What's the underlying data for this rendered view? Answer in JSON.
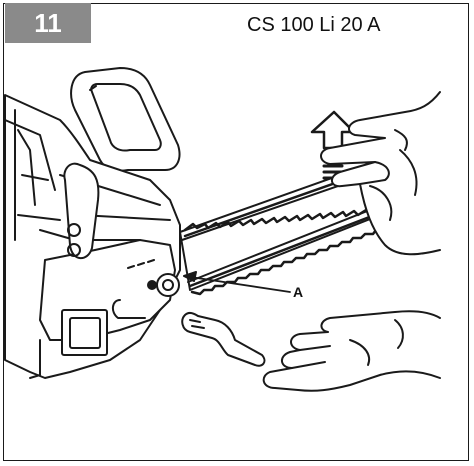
{
  "step": {
    "number": "11"
  },
  "title": {
    "model": "CS 100 Li 20 A"
  },
  "callout": {
    "label": "A"
  },
  "colors": {
    "badge_bg": "#8a8a8a",
    "line": "#1a1a1a",
    "paper": "#ffffff"
  },
  "icons": [
    "chainsaw-illustration",
    "upward-arrow-icon",
    "hand-illustration",
    "wrench-tool-illustration"
  ]
}
